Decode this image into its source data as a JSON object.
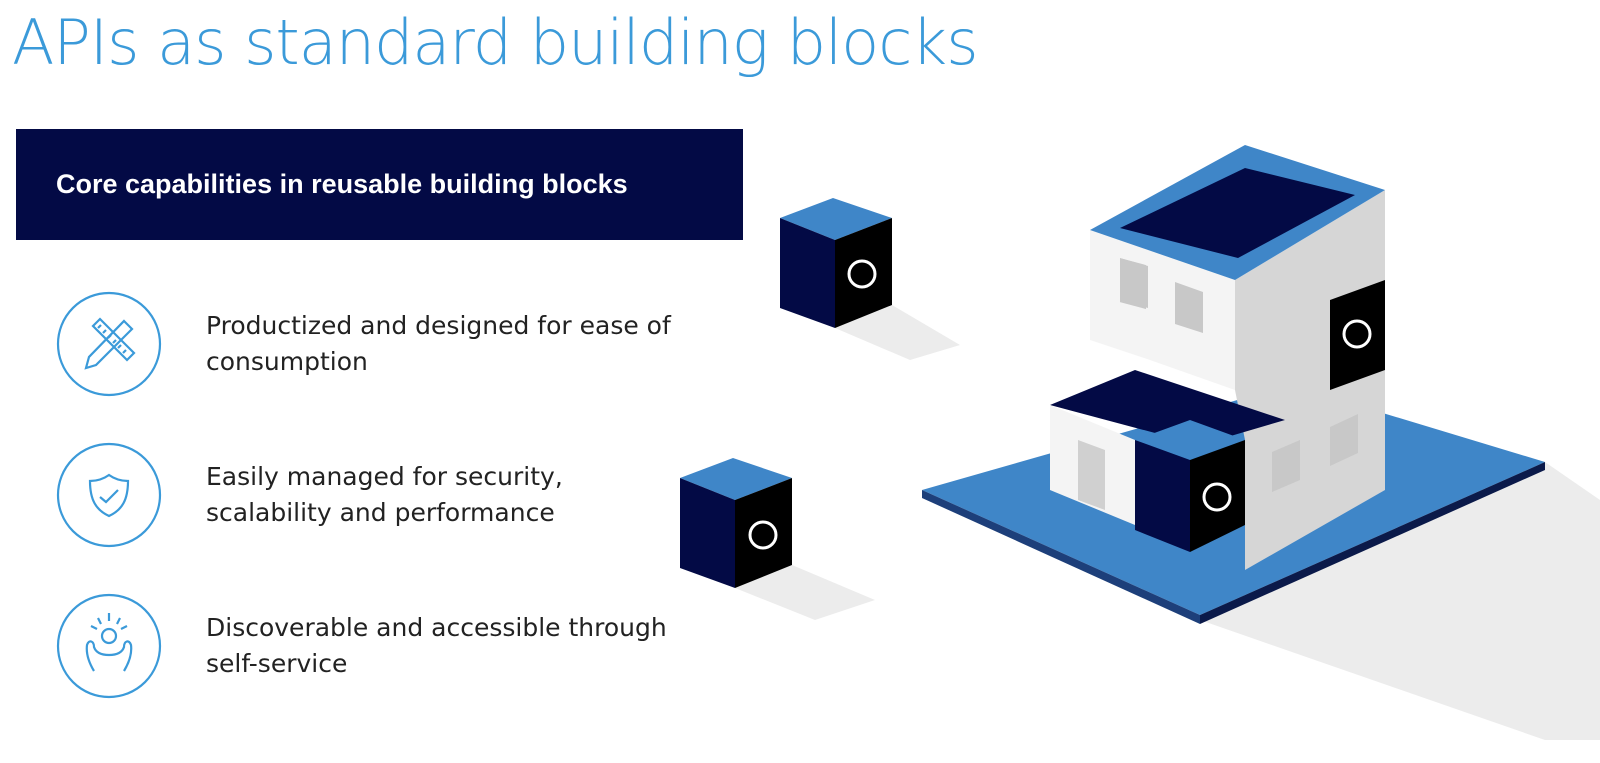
{
  "title": "APIs as standard building blocks",
  "banner": "Core capabilities in reusable building blocks",
  "features": [
    {
      "icon": "ruler-pencil-icon",
      "text": "Productized and designed for ease of consumption"
    },
    {
      "icon": "shield-check-icon",
      "text": "Easily managed for security, scalability and performance"
    },
    {
      "icon": "person-celebrate-icon",
      "text": "Discoverable and accessible through self-service"
    }
  ],
  "colors": {
    "accent": "#3b9ad9",
    "navy": "#030a45",
    "plate": "#3f86c8"
  }
}
